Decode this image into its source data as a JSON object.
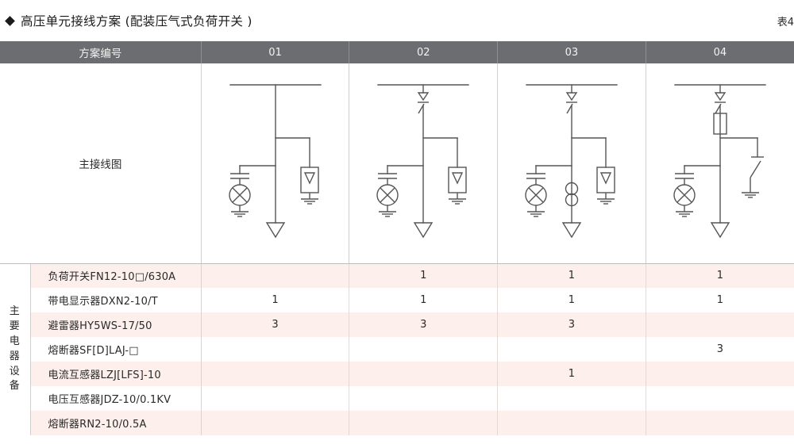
{
  "header": {
    "bullet": "diamond-bullet",
    "title": "高压单元接线方案 (配装压气式负荷开关 )",
    "table_number": "表4"
  },
  "colors": {
    "header_bar": "#6b6d70",
    "row_pink": "#fcefec",
    "row_white": "#ffffff",
    "line": "#555555",
    "text": "#2a2a2a"
  },
  "table": {
    "scheme_header_label": "方案编号",
    "scheme_numbers": [
      "01",
      "02",
      "03",
      "04"
    ],
    "diagram_row_label": "主接线图",
    "equipment_group_label": "主要电器设备",
    "rows": [
      {
        "name": "负荷开关FN12-10□/630A",
        "values": [
          "",
          "1",
          "1",
          "1"
        ]
      },
      {
        "name": "带电显示器DXN2-10/T",
        "values": [
          "1",
          "1",
          "1",
          "1"
        ]
      },
      {
        "name": "避雷器HY5WS-17/50",
        "values": [
          "3",
          "3",
          "3",
          ""
        ]
      },
      {
        "name": "熔断器SF[D]LAJ-□",
        "values": [
          "",
          "",
          "",
          "3"
        ]
      },
      {
        "name": "电流互感器LZJ[LFS]-10",
        "values": [
          "",
          "",
          "1",
          ""
        ]
      },
      {
        "name": "电压互感器JDZ-10/0.1KV",
        "values": [
          "",
          "",
          "",
          ""
        ]
      },
      {
        "name": "熔断器RN2-10/0.5A",
        "values": [
          "",
          "",
          "",
          ""
        ]
      }
    ]
  },
  "diagrams": [
    {
      "id": "01",
      "components": [
        "busbar",
        "cable-outlet-arrow",
        "surge-arrester",
        "voltage-indicator"
      ]
    },
    {
      "id": "02",
      "components": [
        "busbar",
        "load-switch",
        "cable-outlet-arrow",
        "surge-arrester",
        "voltage-indicator"
      ]
    },
    {
      "id": "03",
      "components": [
        "busbar",
        "load-switch",
        "current-transformer",
        "cable-outlet-arrow",
        "surge-arrester",
        "voltage-indicator"
      ]
    },
    {
      "id": "04",
      "components": [
        "busbar",
        "load-switch",
        "fuse",
        "earthing-switch",
        "cable-outlet-arrow",
        "voltage-indicator"
      ]
    }
  ]
}
